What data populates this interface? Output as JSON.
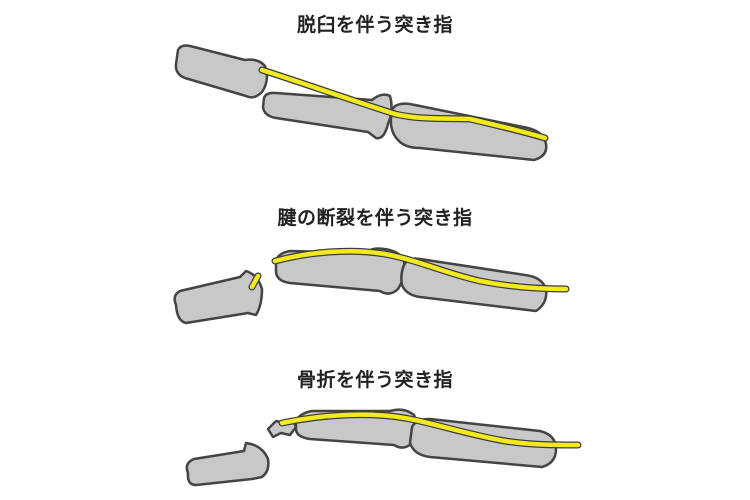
{
  "panels": [
    {
      "id": "dislocation",
      "caption": "脱臼を伴う突き指"
    },
    {
      "id": "tendon-rupture",
      "caption": "腱の断裂を伴う突き指"
    },
    {
      "id": "fracture",
      "caption": "骨折を伴う突き指"
    }
  ],
  "colors": {
    "bone_fill": "#c8c8c8",
    "bone_outline": "#444444",
    "tendon": "#f2ea1e",
    "tendon_outline": "#3c3c3c",
    "caption": "#222222"
  }
}
